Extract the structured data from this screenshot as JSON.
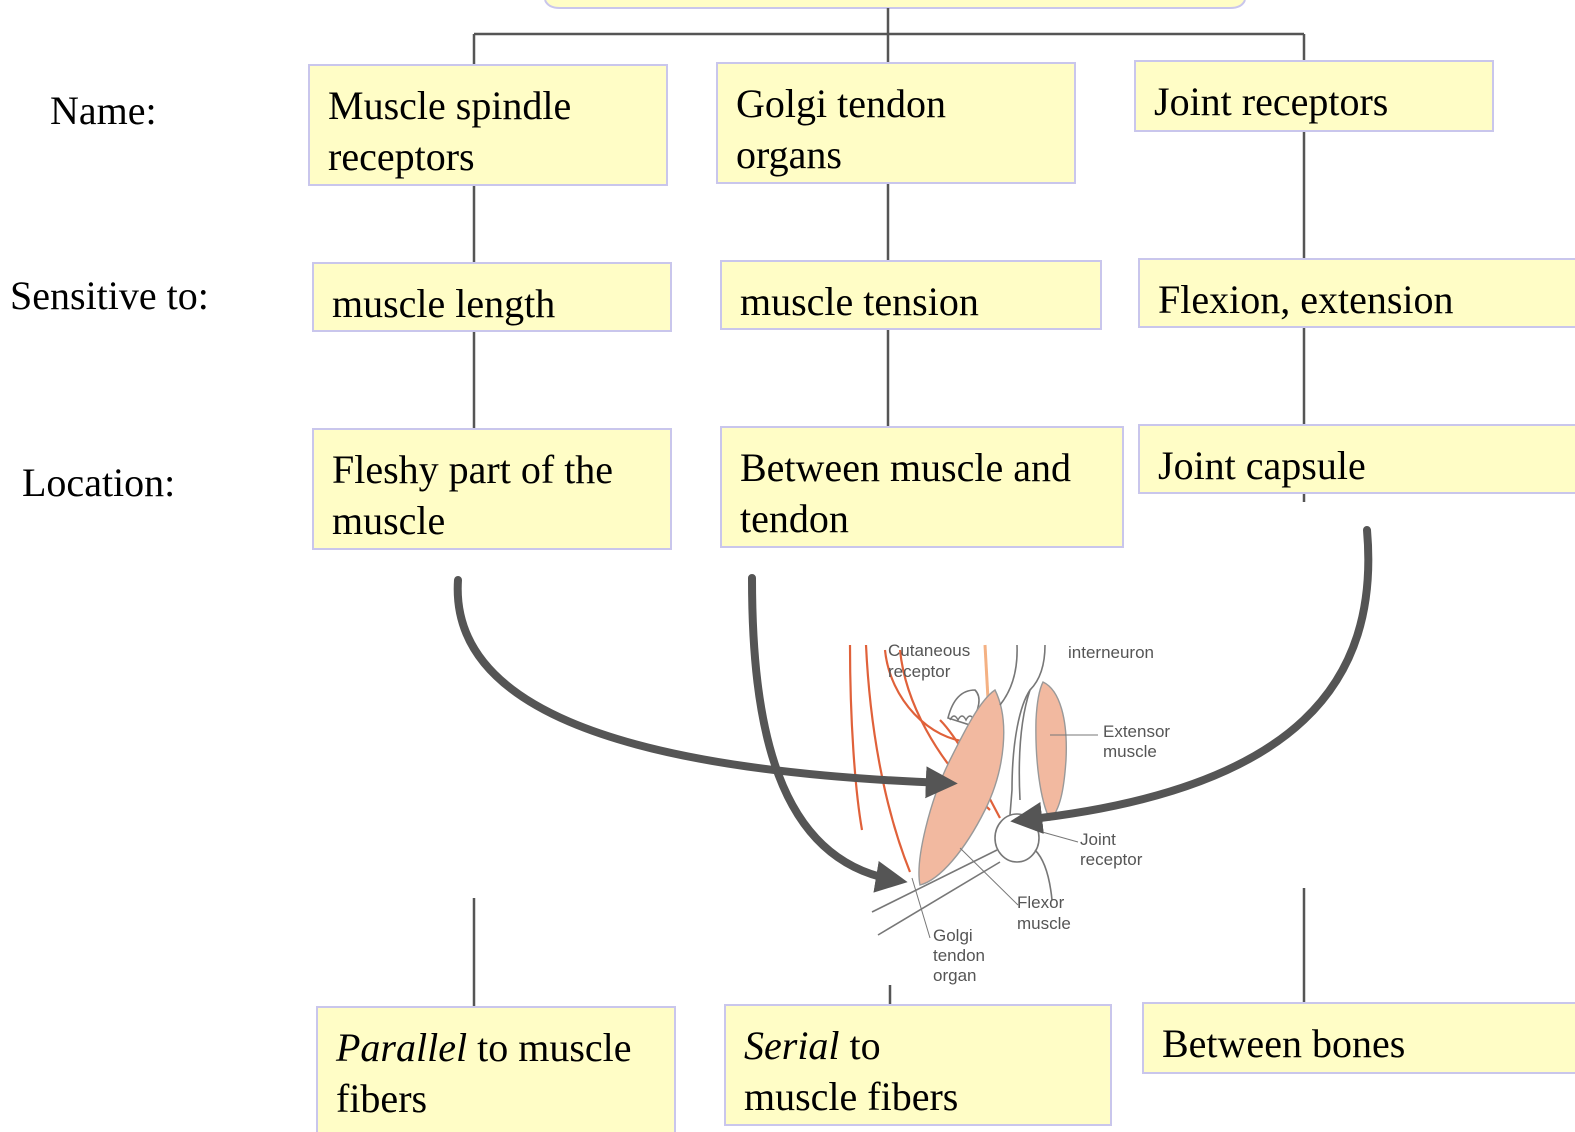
{
  "row_labels": {
    "name": "Name:",
    "sensitive": "Sensitive to:",
    "location": "Location:"
  },
  "columns": [
    {
      "name_line1": "Muscle spindle",
      "name_line2": "receptors",
      "sensitive": "muscle length",
      "location_line1": "Fleshy part of the",
      "location_line2": "muscle",
      "arrangement_em": "Parallel",
      "arrangement_rest": " to muscle",
      "arrangement_line2": "fibers"
    },
    {
      "name_line1": "Golgi tendon",
      "name_line2": "organs",
      "sensitive": "muscle tension",
      "location_line1": "Between muscle and",
      "location_line2": "tendon",
      "arrangement_em": "Serial",
      "arrangement_rest": " to",
      "arrangement_line2": "muscle fibers"
    },
    {
      "name_line1": "Joint receptors",
      "sensitive": "Flexion, extension",
      "location_line1": "Joint capsule",
      "arrangement_line1": "Between bones"
    }
  ],
  "illustration": {
    "labels": {
      "cutaneous1": "Cutaneous",
      "cutaneous2": "receptor",
      "interneuron": "interneuron",
      "extensor1": "Extensor",
      "extensor2": "muscle",
      "joint1": "Joint",
      "joint2": "receptor",
      "flexor1": "Flexor",
      "flexor2": "muscle",
      "golgi1": "Golgi",
      "golgi2": "tendon",
      "golgi3": "organ"
    }
  },
  "colors": {
    "box_fill": "#fffdc6",
    "box_border": "#c9c6ec",
    "arrow": "#555555",
    "nerve": "#e0613a",
    "muscle": "#f2b9a0"
  }
}
